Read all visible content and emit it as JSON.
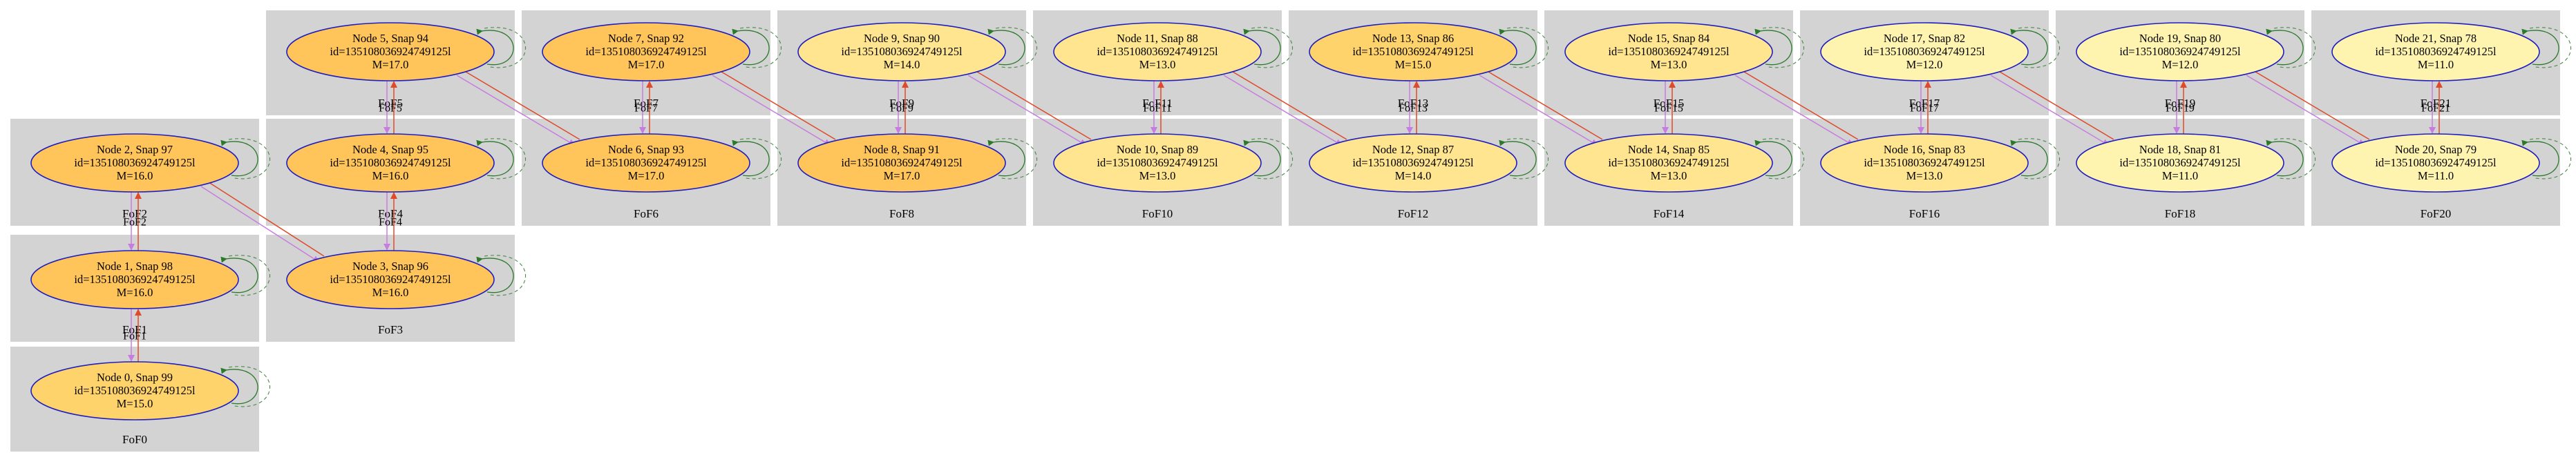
{
  "clusters": [
    {
      "label": "FoF0",
      "nodes": [
        {
          "title": "Node 0, Snap 99",
          "id": "id=135108036924749125l",
          "mass": "M=15.0"
        }
      ]
    },
    {
      "label": "FoF1",
      "nodes": [
        {
          "title": "Node 1, Snap 98",
          "id": "id=135108036924749125l",
          "mass": "M=16.0"
        }
      ]
    },
    {
      "label": "FoF2",
      "nodes": [
        {
          "title": "Node 2, Snap 97",
          "id": "id=135108036924749125l",
          "mass": "M=16.0"
        }
      ]
    },
    {
      "label": "FoF3",
      "nodes": [
        {
          "title": "Node 3, Snap 96",
          "id": "id=135108036924749125l",
          "mass": "M=16.0"
        }
      ]
    },
    {
      "label": "FoF4",
      "nodes": [
        {
          "title": "Node 4, Snap 95",
          "id": "id=135108036924749125l",
          "mass": "M=16.0"
        }
      ]
    },
    {
      "label": "FoF5",
      "nodes": [
        {
          "title": "Node 5, Snap 94",
          "id": "id=135108036924749125l",
          "mass": "M=17.0"
        }
      ]
    },
    {
      "label": "FoF6",
      "nodes": [
        {
          "title": "Node 6, Snap 93",
          "id": "id=135108036924749125l",
          "mass": "M=17.0"
        }
      ]
    },
    {
      "label": "FoF7",
      "nodes": [
        {
          "title": "Node 7, Snap 92",
          "id": "id=135108036924749125l",
          "mass": "M=17.0"
        }
      ]
    },
    {
      "label": "FoF8",
      "nodes": [
        {
          "title": "Node 8, Snap 91",
          "id": "id=135108036924749125l",
          "mass": "M=17.0"
        }
      ]
    },
    {
      "label": "FoF9",
      "nodes": [
        {
          "title": "Node 9, Snap 90",
          "id": "id=135108036924749125l",
          "mass": "M=14.0"
        }
      ]
    },
    {
      "label": "FoF10",
      "nodes": [
        {
          "title": "Node 10, Snap 89",
          "id": "id=135108036924749125l",
          "mass": "M=13.0"
        }
      ]
    },
    {
      "label": "FoF11",
      "nodes": [
        {
          "title": "Node 11, Snap 88",
          "id": "id=135108036924749125l",
          "mass": "M=13.0"
        }
      ]
    },
    {
      "label": "FoF12",
      "nodes": [
        {
          "title": "Node 12, Snap 87",
          "id": "id=135108036924749125l",
          "mass": "M=14.0"
        }
      ]
    },
    {
      "label": "FoF13",
      "nodes": [
        {
          "title": "Node 13, Snap 86",
          "id": "id=135108036924749125l",
          "mass": "M=15.0"
        }
      ]
    },
    {
      "label": "FoF14",
      "nodes": [
        {
          "title": "Node 14, Snap 85",
          "id": "id=135108036924749125l",
          "mass": "M=13.0"
        }
      ]
    },
    {
      "label": "FoF15",
      "nodes": [
        {
          "title": "Node 15, Snap 84",
          "id": "id=135108036924749125l",
          "mass": "M=13.0"
        }
      ]
    },
    {
      "label": "FoF16",
      "nodes": [
        {
          "title": "Node 16, Snap 83",
          "id": "id=135108036924749125l",
          "mass": "M=13.0"
        }
      ]
    },
    {
      "label": "FoF17",
      "nodes": [
        {
          "title": "Node 17, Snap 82",
          "id": "id=135108036924749125l",
          "mass": "M=12.0"
        }
      ]
    },
    {
      "label": "FoF18",
      "nodes": [
        {
          "title": "Node 18, Snap 81",
          "id": "id=135108036924749125l",
          "mass": "M=11.0"
        }
      ]
    },
    {
      "label": "FoF19",
      "nodes": [
        {
          "title": "Node 19, Snap 80",
          "id": "id=135108036924749125l",
          "mass": "M=12.0"
        }
      ]
    },
    {
      "label": "FoF20",
      "nodes": [
        {
          "title": "Node 20, Snap 79",
          "id": "id=135108036924749125l",
          "mass": "M=11.0"
        }
      ]
    },
    {
      "label": "FoF21",
      "nodes": [
        {
          "title": "Node 21, Snap 78",
          "id": "id=135108036924749125l",
          "mass": "M=11.0"
        }
      ]
    }
  ],
  "colors": {
    "cluster_fill": "#d3d3d3",
    "node_stroke": "#1f1fbf",
    "edge_forward": "#e0492a",
    "edge_backward": "#c77de0",
    "self_loop": "#2a7a2a",
    "node_fill_scale": [
      "#fff3b0",
      "#ffe58f",
      "#ffd36b",
      "#ffc45a"
    ]
  }
}
